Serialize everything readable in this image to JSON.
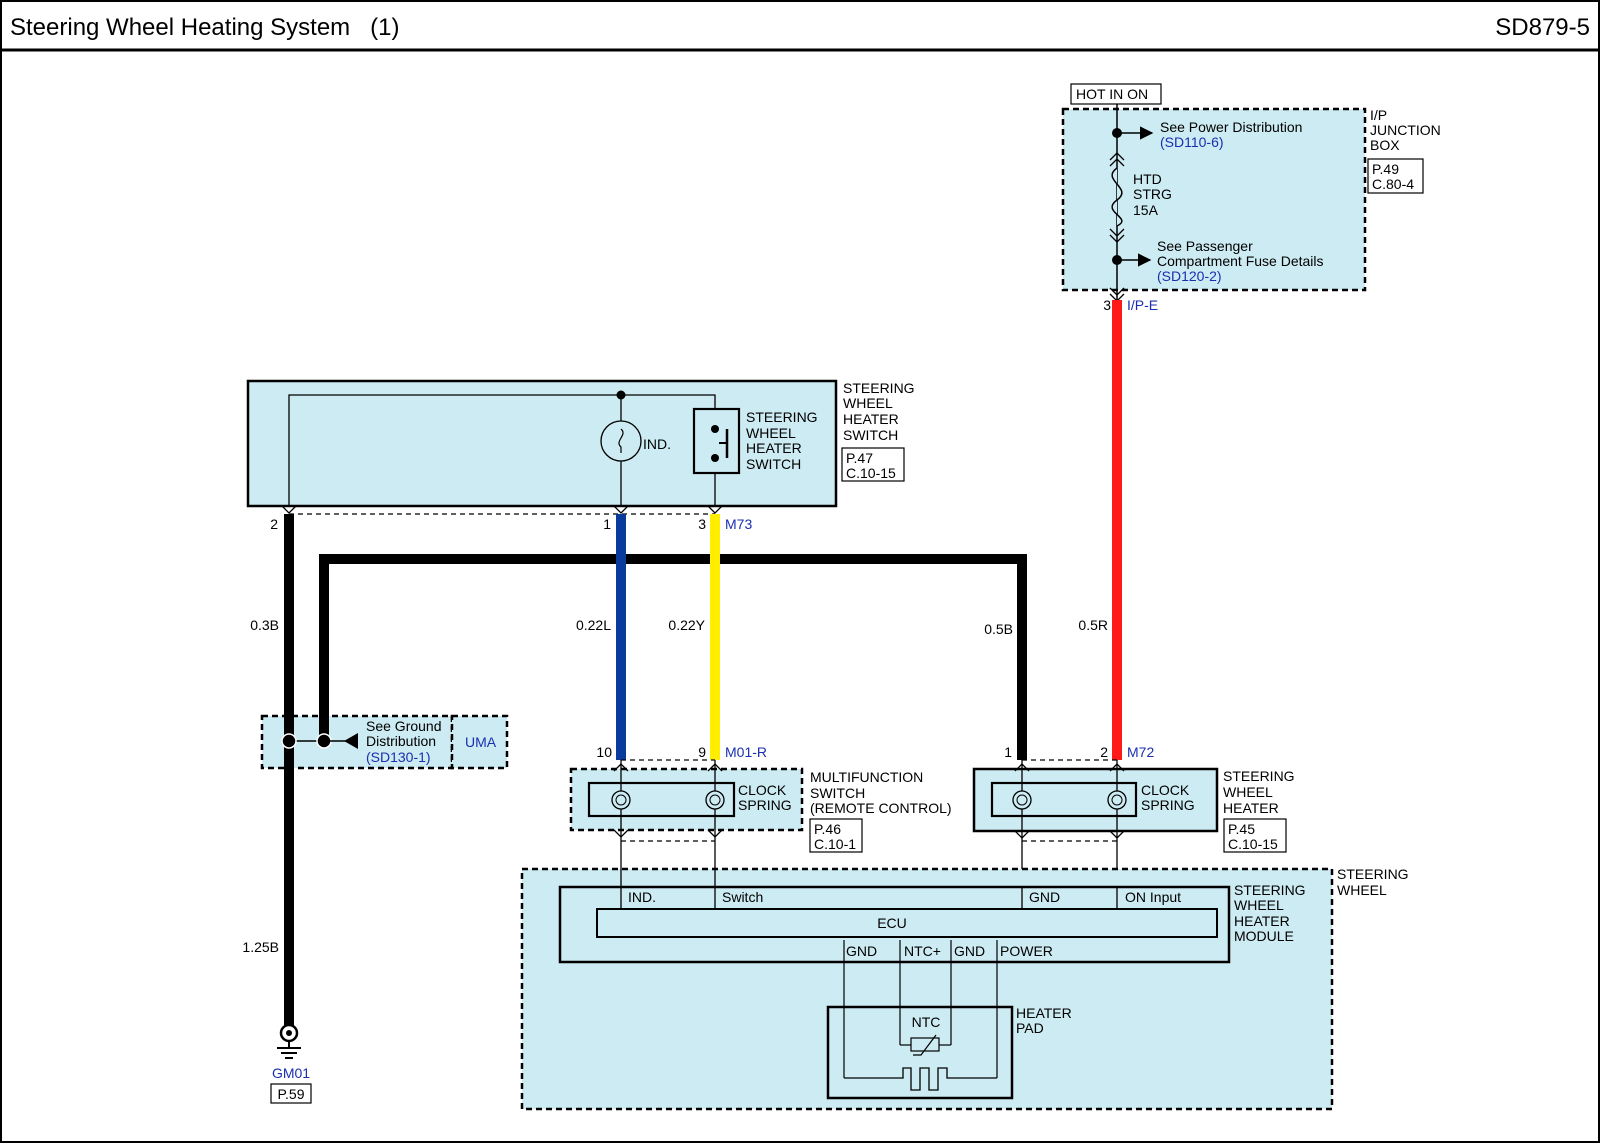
{
  "header": {
    "title": "Steering Wheel Heating System   (1)",
    "code": "SD879-5"
  },
  "junction_box": {
    "hot_label": "HOT IN ON",
    "name": [
      "I/P",
      "JUNCTION",
      "BOX"
    ],
    "ref": [
      "P.49",
      "C.80-4"
    ],
    "power_dist_text": "See Power Distribution",
    "power_dist_link": "(SD110-6)",
    "fuse": [
      "HTD",
      "STRG",
      "15A"
    ],
    "pass_fuse_text": [
      "See Passenger",
      "Compartment Fuse Details"
    ],
    "pass_fuse_link": "(SD120-2)",
    "pin": "3",
    "connector": "I/P-E"
  },
  "heater_switch": {
    "name": [
      "STEERING",
      "WHEEL",
      "HEATER",
      "SWITCH"
    ],
    "inner_label": [
      "STEERING",
      "WHEEL",
      "HEATER",
      "SWITCH"
    ],
    "ind_label": "IND.",
    "ref": [
      "P.47",
      "C.10-15"
    ],
    "pins": [
      "2",
      "1",
      "3"
    ],
    "connector": "M73"
  },
  "wires": {
    "w1": "0.3B",
    "w2": "0.22L",
    "w3": "0.22Y",
    "w4": "0.5B",
    "w5": "0.5R",
    "w6": "1.25B"
  },
  "ground_dist": {
    "text": [
      "See Ground",
      "Distribution"
    ],
    "link": "(SD130-1)",
    "tag": "UMA"
  },
  "multifunction": {
    "pins": [
      "10",
      "9"
    ],
    "connector": "M01-R",
    "clock_label": [
      "CLOCK",
      "SPRING"
    ],
    "name": [
      "MULTIFUNCTION",
      "SWITCH",
      "(REMOTE CONTROL)"
    ],
    "ref": [
      "P.46",
      "C.10-1"
    ]
  },
  "heater_conn": {
    "pins": [
      "1",
      "2"
    ],
    "connector": "M72",
    "clock_label": [
      "CLOCK",
      "SPRING"
    ],
    "name": [
      "STEERING",
      "WHEEL",
      "HEATER"
    ],
    "ref": [
      "P.45",
      "C.10-15"
    ]
  },
  "module": {
    "steering_wheel": [
      "STEERING",
      "WHEEL"
    ],
    "name": [
      "STEERING",
      "WHEEL",
      "HEATER",
      "MODULE"
    ],
    "inputs": [
      "IND.",
      "Switch",
      "GND",
      "ON Input"
    ],
    "ecu": "ECU",
    "outputs": [
      "GND",
      "NTC+",
      "GND",
      "POWER"
    ]
  },
  "heater_pad": {
    "name": [
      "HEATER",
      "PAD"
    ],
    "ntc": "NTC"
  },
  "ground": {
    "id": "GM01",
    "ref": "P.59"
  },
  "colors": {
    "blue": "#0a3a9c",
    "yellow": "#ffee00",
    "red": "#ff1a1a",
    "black": "#000000",
    "panel": "#cdebf2",
    "link": "#1a2fb0"
  }
}
